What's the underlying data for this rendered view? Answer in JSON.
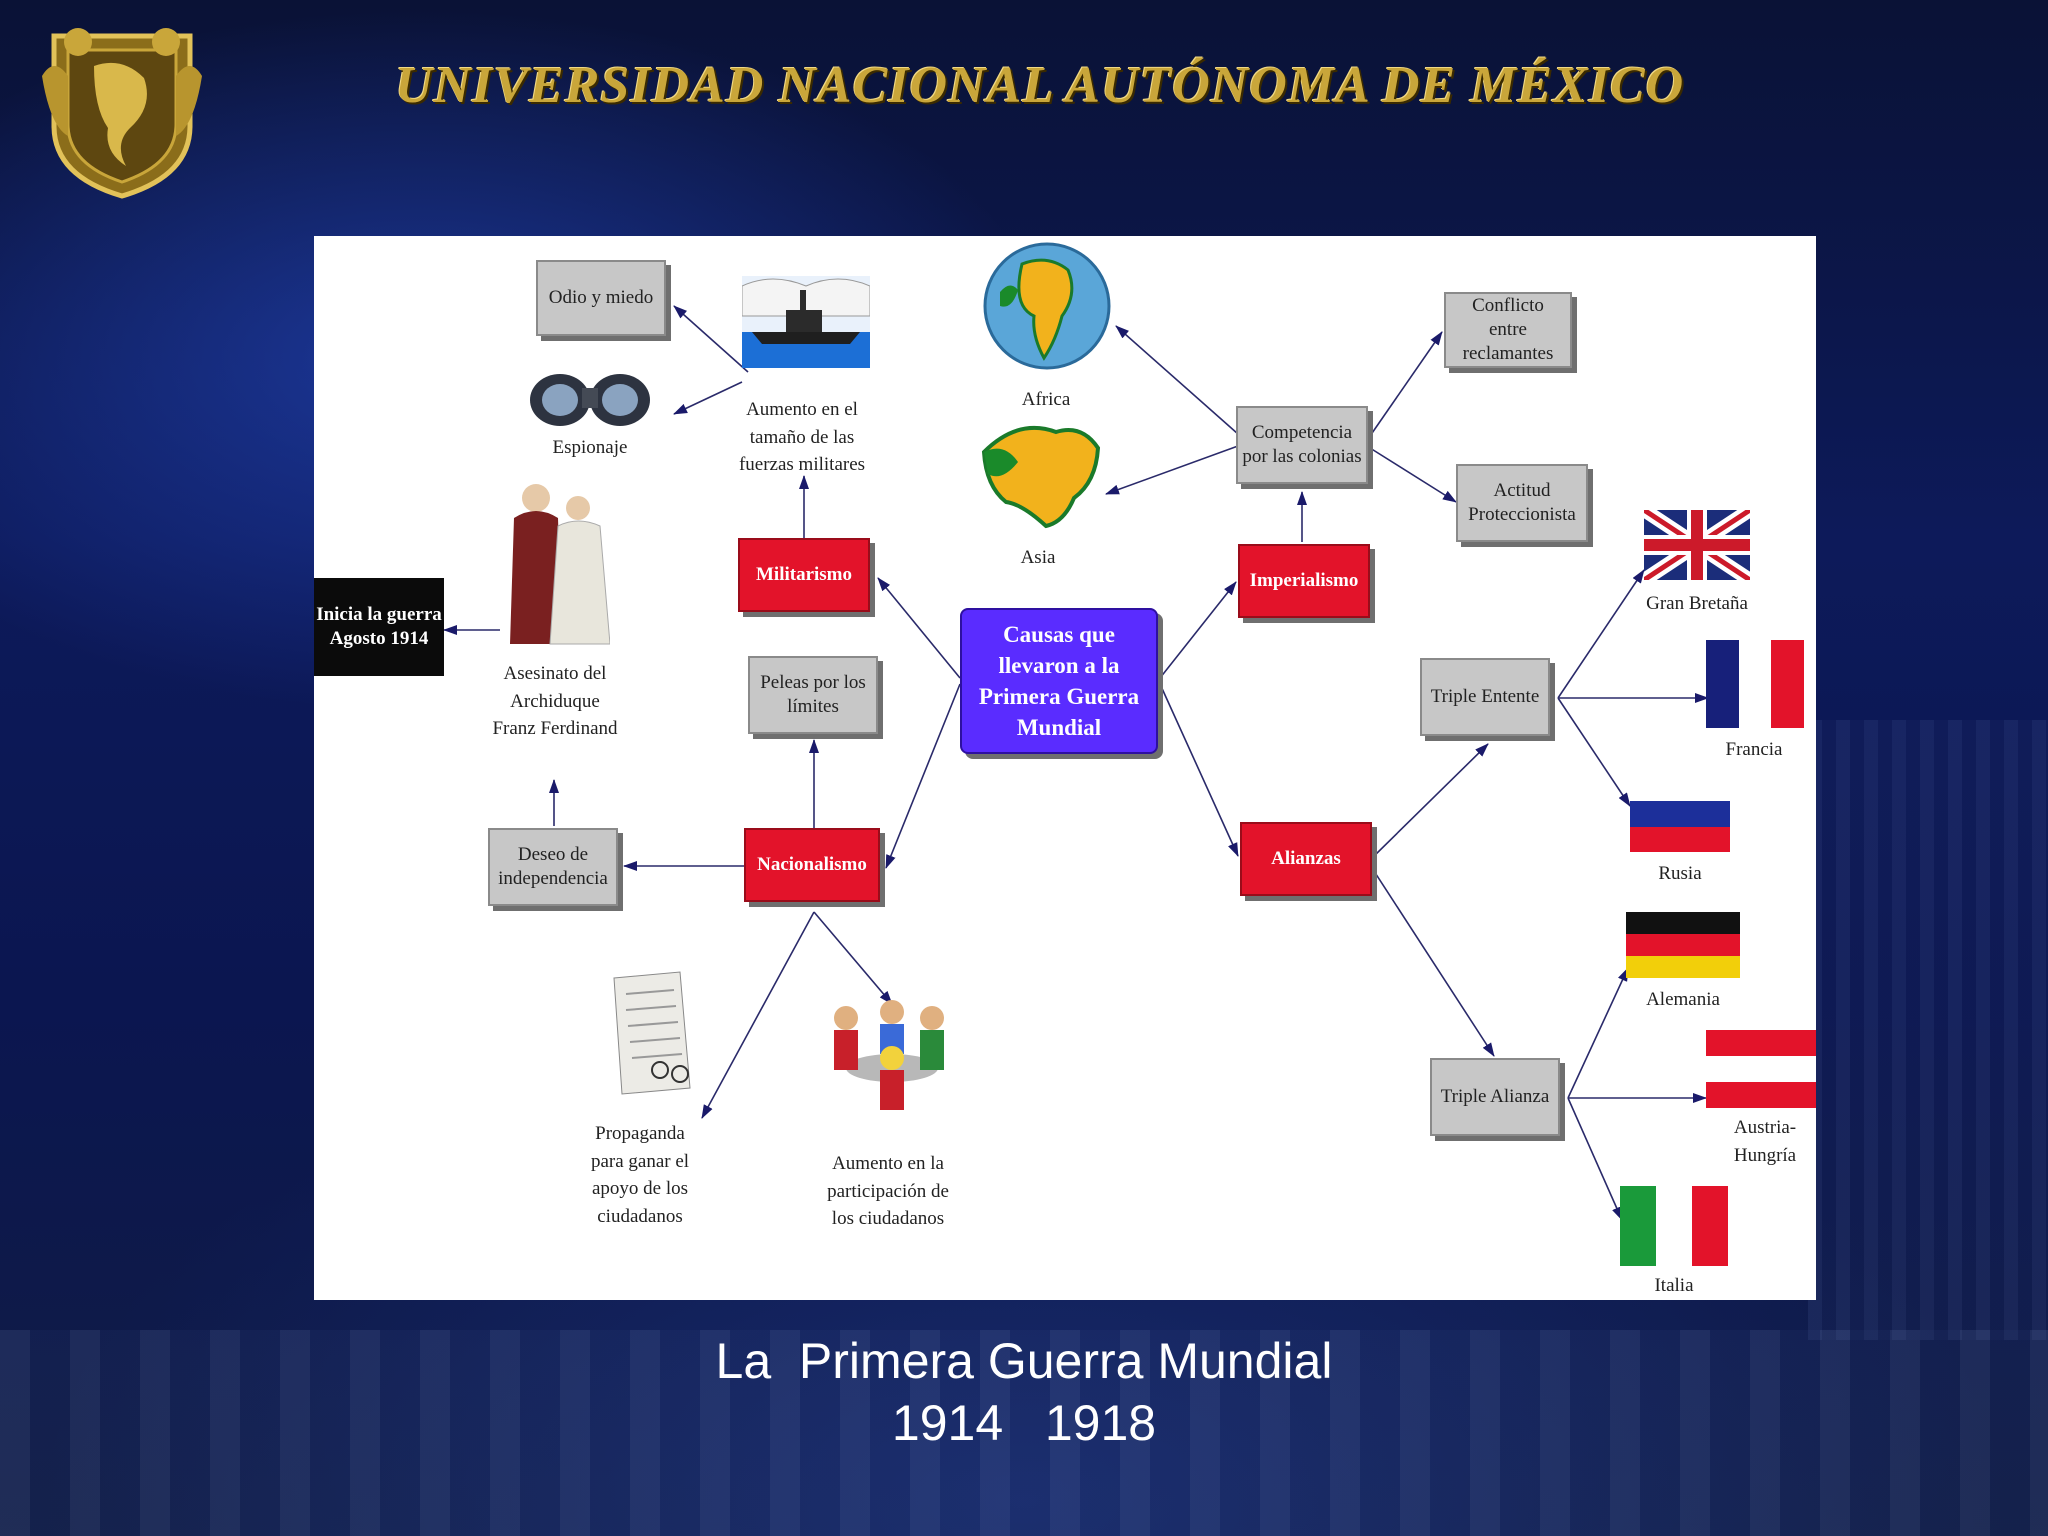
{
  "header": {
    "university": "UNIVERSIDAD NACIONAL AUTÓNOMA DE MÉXICO"
  },
  "map": {
    "center": "Causas que llevaron a la Primera Guerra Mundial",
    "causes": {
      "militarismo": "Militarismo",
      "imperialismo": "Imperialismo",
      "nacionalismo": "Nacionalismo",
      "alianzas": "Alianzas"
    },
    "boxes": {
      "odio": "Odio y miedo",
      "conflicto": "Conflicto entre reclamantes",
      "competencia": "Competencia por las colonias",
      "actitud": "Actitud Proteccionista",
      "peleas": "Peleas por los límites",
      "deseo": "Deseo de independencia",
      "inicia": "Inicia la guerra Agosto 1914",
      "entente": "Triple Entente",
      "alianza": "Triple Alianza"
    },
    "labels": {
      "espionaje": "Espionaje",
      "aumento_fuerzas": "Aumento en el tamaño de las fuerzas militares",
      "africa": "Africa",
      "asia": "Asia",
      "asesinato": "Asesinato del Archiduque Franz Ferdinand",
      "propaganda": "Propaganda para ganar el apoyo de los ciudadanos",
      "participacion": "Aumento en la participación de los ciudadanos",
      "gran_bretana": "Gran Bretaña",
      "francia": "Francia",
      "rusia": "Rusia",
      "alemania": "Alemania",
      "austria": "Austria-Hungría",
      "italia": "Italia"
    },
    "colors": {
      "center": "#5a2cff",
      "cause": "#e3132a",
      "box": "#c7c7c7",
      "arrow": "#1a1a6a"
    }
  },
  "caption": {
    "line1": "La  Primera Guerra Mundial",
    "line2": "1914   1918"
  }
}
